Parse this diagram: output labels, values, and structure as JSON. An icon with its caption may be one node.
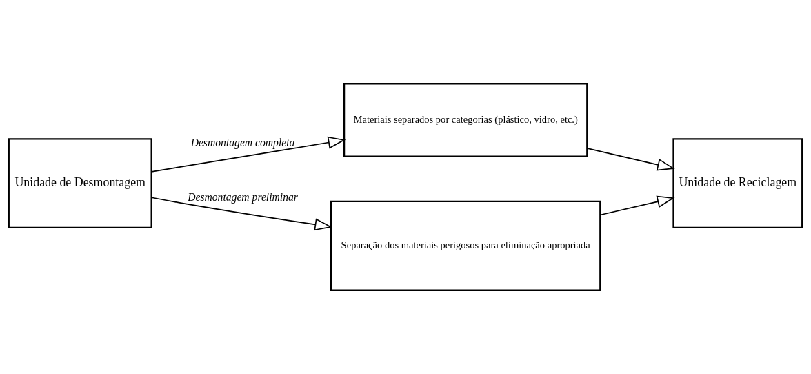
{
  "diagram": {
    "nodes": [
      {
        "text": [
          "Unidade de Desmontagem"
        ]
      },
      {
        "text": [
          "Materiais separados por categorias (plástico, vidro, etc.)"
        ]
      },
      {
        "text": [
          "Separação dos materiais perigosos para eliminação apropriada"
        ]
      },
      {
        "text": [
          "Unidade de Reciclagem"
        ]
      }
    ],
    "edges": [
      {
        "from": 0,
        "to": 1,
        "arrow": "to",
        "label": "Desmontagem completa"
      },
      {
        "from": 0,
        "to": 2,
        "arrow": "to",
        "label": "Desmontagem preliminar"
      },
      {
        "from": 1,
        "to": 3,
        "arrow": "to"
      },
      {
        "from": 2,
        "to": 3,
        "arrow": "to"
      }
    ]
  }
}
